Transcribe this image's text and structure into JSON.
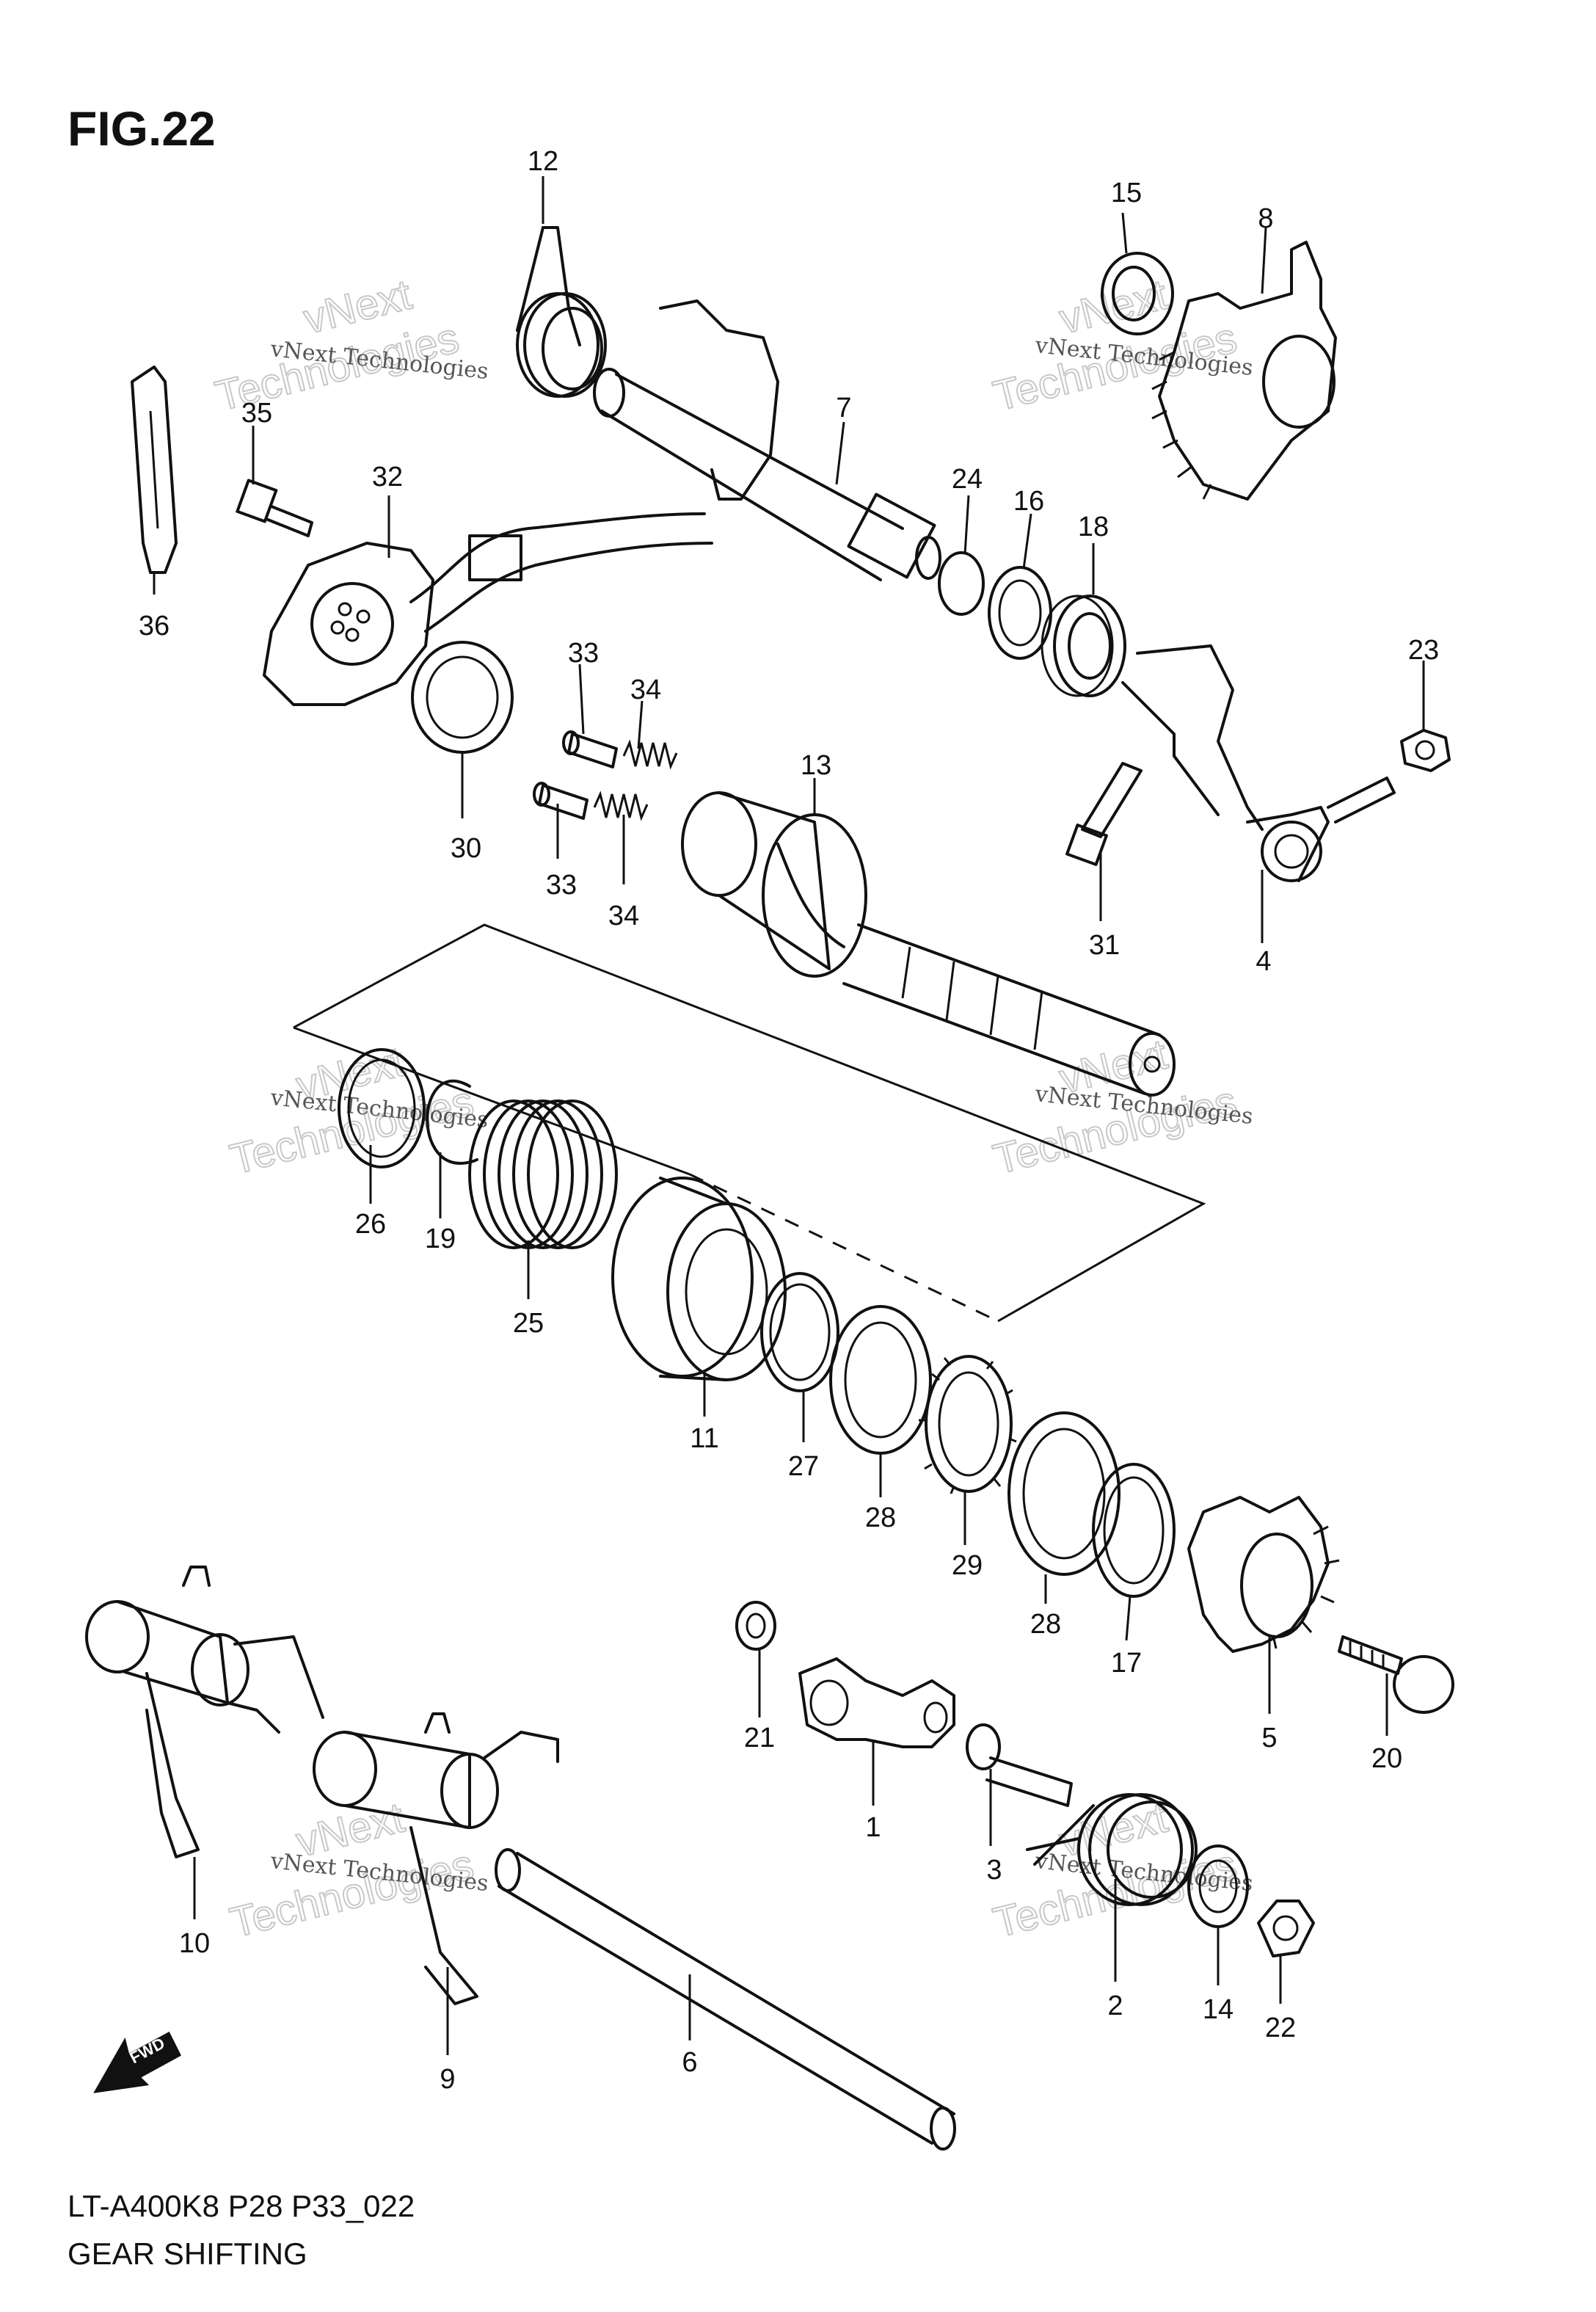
{
  "figure": "FIG.22",
  "footer": {
    "model_code": "LT-A400K8 P28 P33_022",
    "caption": "GEAR SHIFTING"
  },
  "direction_label": "FWD",
  "watermark": {
    "line1": "vNext Technologies",
    "line2": "Technologies",
    "line3": "vNext"
  },
  "callouts": [
    {
      "label": "12"
    },
    {
      "label": "15"
    },
    {
      "label": "8"
    },
    {
      "label": "35"
    },
    {
      "label": "32"
    },
    {
      "label": "7"
    },
    {
      "label": "24"
    },
    {
      "label": "16"
    },
    {
      "label": "18"
    },
    {
      "label": "36"
    },
    {
      "label": "33"
    },
    {
      "label": "34"
    },
    {
      "label": "23"
    },
    {
      "label": "30"
    },
    {
      "label": "33"
    },
    {
      "label": "34"
    },
    {
      "label": "13"
    },
    {
      "label": "31"
    },
    {
      "label": "4"
    },
    {
      "label": "26"
    },
    {
      "label": "19"
    },
    {
      "label": "25"
    },
    {
      "label": "11"
    },
    {
      "label": "27"
    },
    {
      "label": "28"
    },
    {
      "label": "29"
    },
    {
      "label": "28"
    },
    {
      "label": "17"
    },
    {
      "label": "5"
    },
    {
      "label": "20"
    },
    {
      "label": "21"
    },
    {
      "label": "1"
    },
    {
      "label": "3"
    },
    {
      "label": "10"
    },
    {
      "label": "2"
    },
    {
      "label": "14"
    },
    {
      "label": "22"
    },
    {
      "label": "9"
    },
    {
      "label": "6"
    }
  ]
}
